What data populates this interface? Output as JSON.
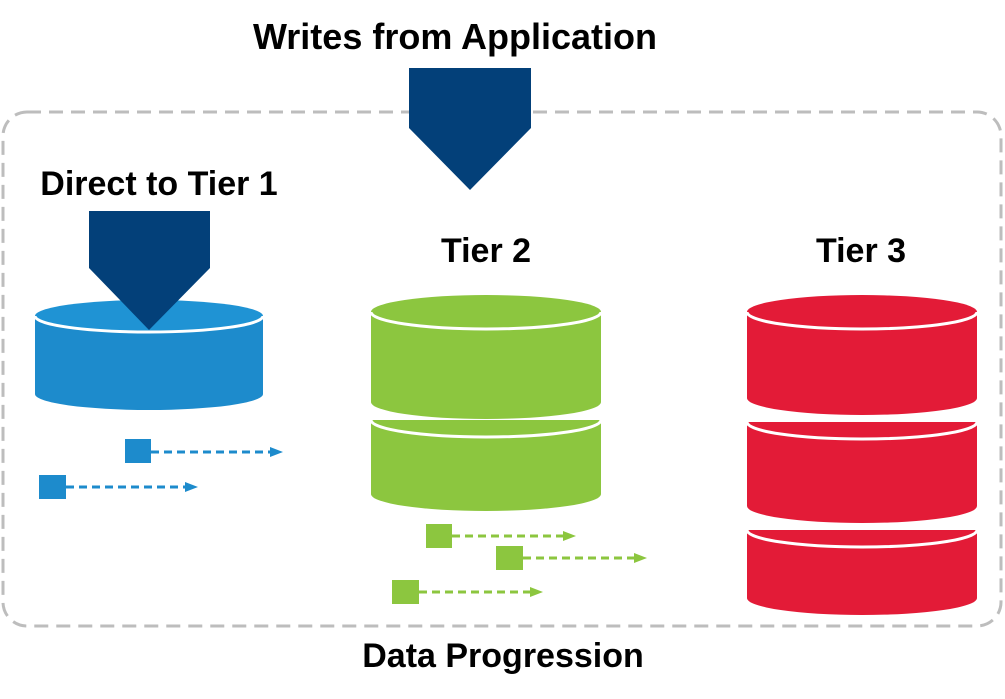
{
  "labels": {
    "writes_from_application": "Writes from Application",
    "direct_to_tier1": "Direct to Tier 1",
    "tier2": "Tier 2",
    "tier3": "Tier 3",
    "data_progression": "Data Progression"
  },
  "colors": {
    "arrow_navy": "#034079",
    "tier1_blue": "#1d8bcc",
    "tier1_top": "#1f93d4",
    "tier2_green": "#8cc63f",
    "tier3_red": "#e31b37",
    "boundary_gray": "#bdbdbd",
    "divider": "#ffffff"
  },
  "icons": {
    "write_arrow": "down-chevron-arrow",
    "tier1": "single-disk-cylinder",
    "tier2": "two-disk-cylinder-stack",
    "tier3": "three-disk-cylinder-stack",
    "data_block": "square-block-with-dashed-arrow"
  }
}
